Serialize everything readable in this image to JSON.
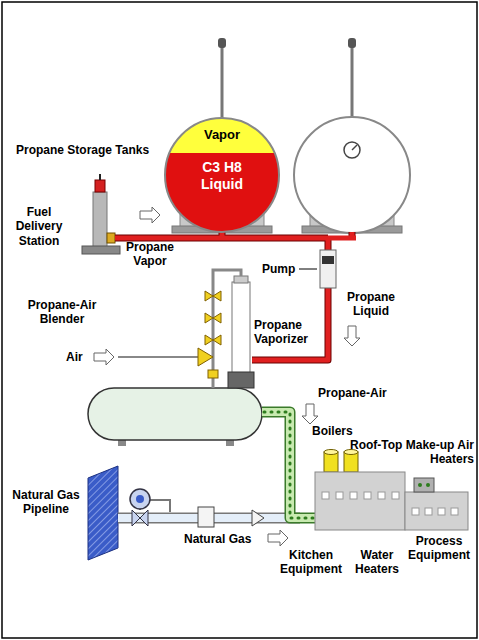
{
  "diagram": {
    "nodes": [
      {
        "text": [
          "Vapor",
          "C3 H8 Liquid"
        ]
      }
    ],
    "labels": [
      "Propane Storage Tanks",
      "Fuel Delivery Station",
      "Pump",
      "Propane Vapor",
      "Propane Liquid",
      "Propane-Air Blender",
      "Propane Vaporizer",
      "Air",
      "Propane-Air",
      "Boilers",
      "Roof-Top Make-up Air Heaters",
      "Natural Gas Pipeline",
      "Natural Gas",
      "Kitchen Equipment",
      "Water Heaters",
      "Process Equipment"
    ]
  }
}
